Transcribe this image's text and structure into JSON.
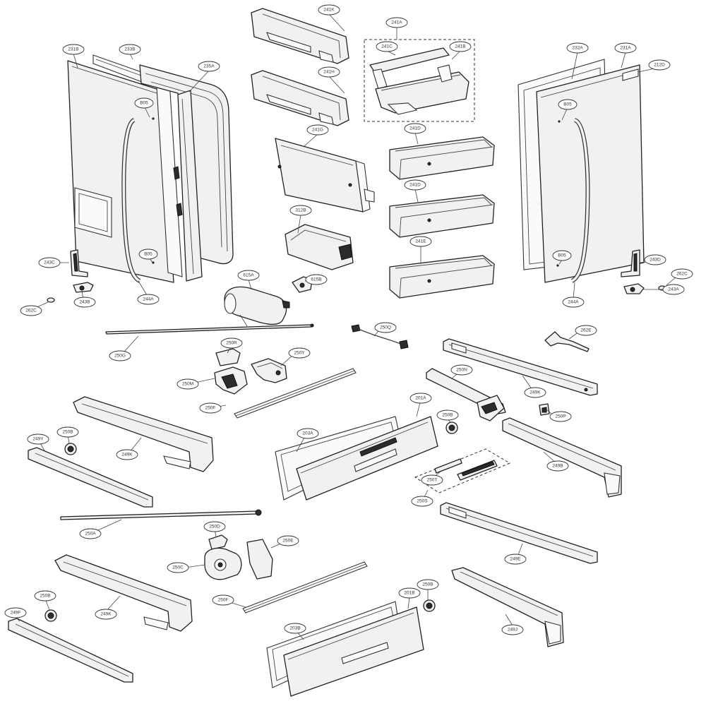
{
  "colors": {
    "line": "#222222",
    "fill": "#f1f1f1",
    "background": "#ffffff"
  },
  "callouts": {
    "c231b": "231B",
    "c233b": "233B",
    "c235a": "235A",
    "c241k": "241K",
    "c241h": "241H",
    "c241a": "241A",
    "c241c": "241C",
    "c241b": "241B",
    "c232a": "232A",
    "c231a": "231A",
    "c212d": "212D",
    "b05_left_top": "B05",
    "b05_right_top": "B05",
    "b05_left_bottom": "B05",
    "b05_right_bottom": "B05",
    "c241g": "241G",
    "c241d_1": "241D",
    "c241d_2": "241D",
    "c241e": "241E",
    "c312b": "312B",
    "c615a": "615A",
    "c615b": "615B",
    "c243c": "243C",
    "c243b": "243B",
    "c262c_left": "262C",
    "c244a_left": "244A",
    "c243d": "243D",
    "c262c_right": "262C",
    "c243a": "243A",
    "c244a_right": "244A",
    "c250g": "250G",
    "c250q": "250Q",
    "c262e": "262E",
    "c250r": "250R",
    "c250y": "250Y",
    "c250m": "250M",
    "c250n": "250N",
    "c249k_right": "249K",
    "c250f_mid": "250F",
    "c201a": "201A",
    "c250p": "250P",
    "c249y": "249Y",
    "c250b_1": "250B",
    "c249k_left": "249K",
    "c203a": "203A",
    "c250b_2": "250B",
    "c249b": "249B",
    "c250t": "250T",
    "c250s": "250S",
    "c250a": "250A",
    "c250d": "250D",
    "c250e": "250E",
    "c249e": "249E",
    "c250c": "250C",
    "c249k_lower": "249K",
    "c250f_low": "250F",
    "c201b": "201B",
    "c250b_3": "250B",
    "c250b_4": "250B",
    "c249f": "249F",
    "c203b": "203B",
    "c249j": "249J"
  }
}
